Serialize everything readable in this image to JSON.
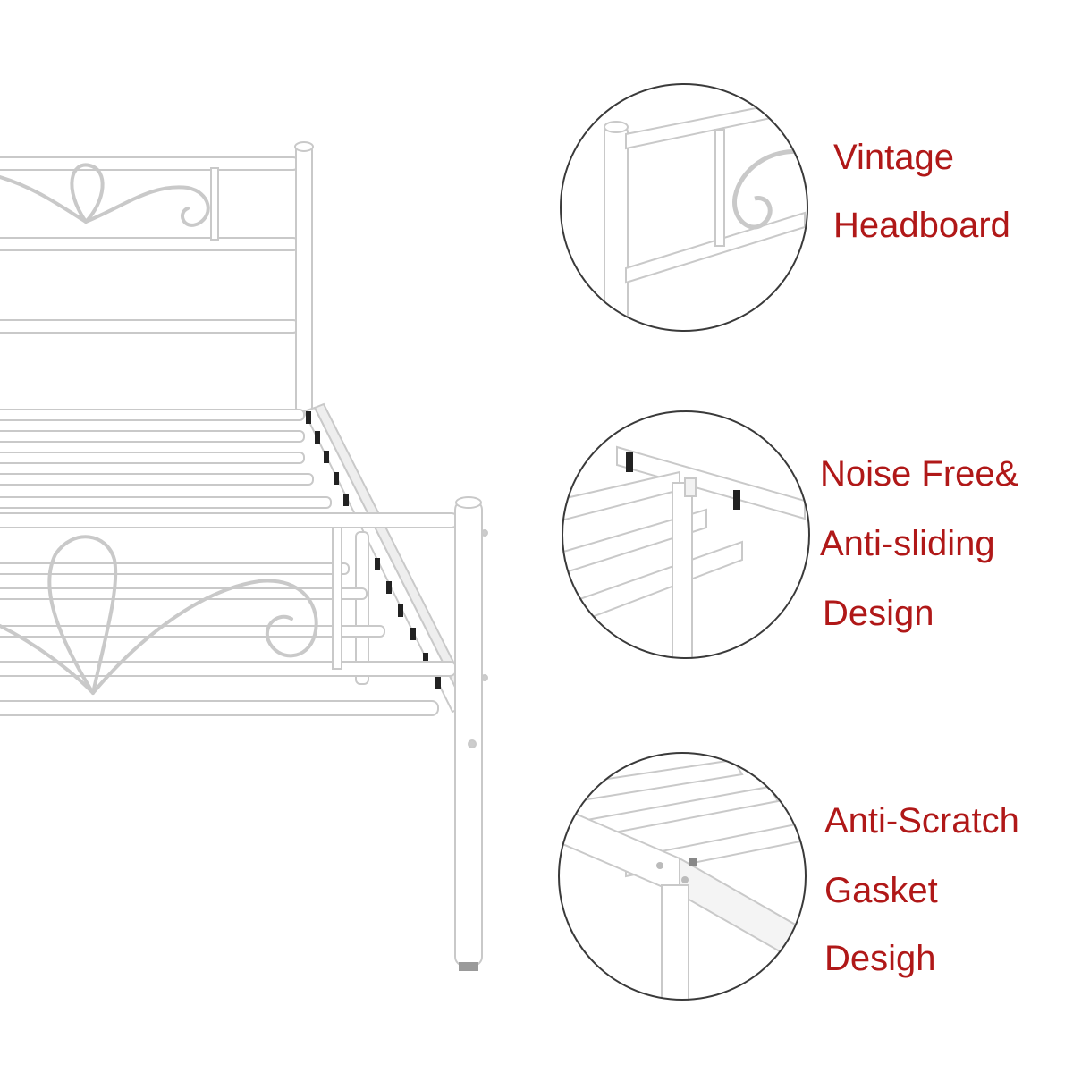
{
  "colors": {
    "background": "#ffffff",
    "frame_fill": "#ffffff",
    "frame_edge": "#c9c9c9",
    "frame_shadow": "#b5b5b5",
    "label_color": "#b01818",
    "circle_border": "#3a3a3a",
    "gasket": "#222222"
  },
  "callouts": [
    {
      "icon": "headboard-closeup",
      "lines": [
        "Vintage",
        "Headboard"
      ]
    },
    {
      "icon": "slat-joint-closeup",
      "lines": [
        "Noise Free&",
        "Anti-sliding",
        "Design"
      ]
    },
    {
      "icon": "corner-gasket-closeup",
      "lines": [
        "Anti-Scratch",
        "Gasket",
        "Desigh"
      ]
    }
  ]
}
